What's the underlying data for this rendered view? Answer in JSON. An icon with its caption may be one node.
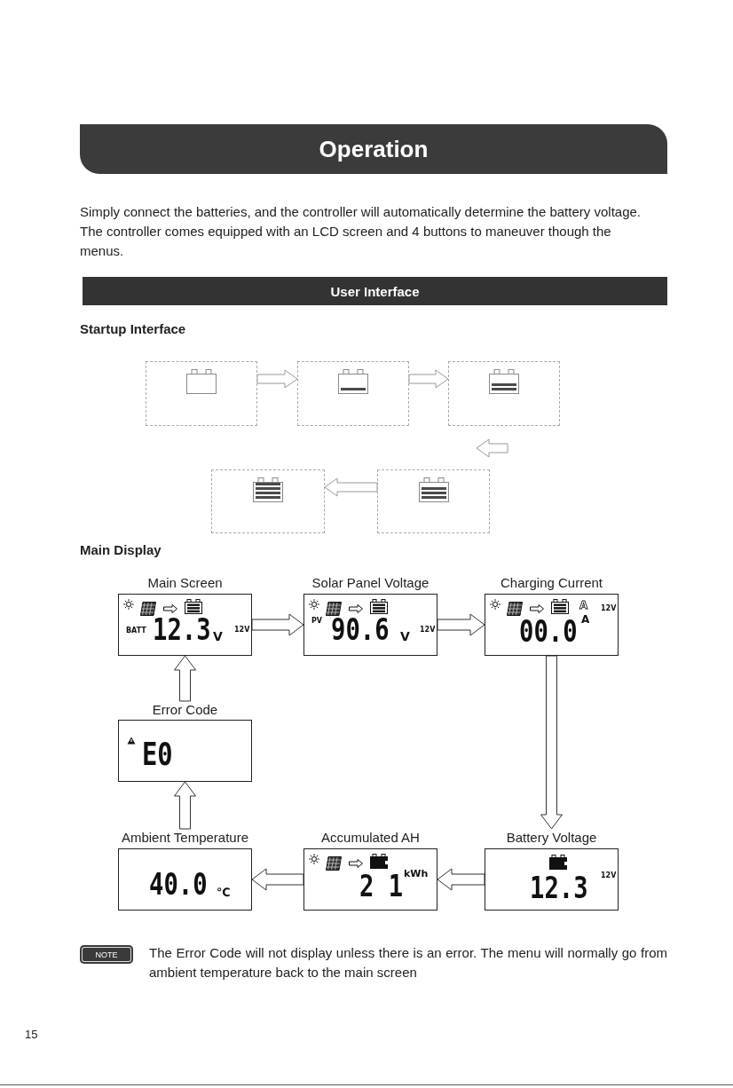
{
  "diagram": {
    "title": "Operation",
    "nodes": [
      {
        "text": [],
        "shape": "box"
      },
      {
        "text": [],
        "shape": "box"
      },
      {
        "text": [],
        "shape": "box"
      },
      {
        "text": [],
        "shape": "box"
      },
      {
        "text": [],
        "shape": "box"
      },
      {
        "text": [
          "Main Screen",
          "BATT",
          "12.3",
          "V",
          "12V"
        ]
      },
      {
        "text": [
          "Solar Panel Voltage",
          "PV",
          "90.6",
          "V",
          "12V"
        ]
      },
      {
        "text": [
          "Charging Current",
          "A",
          "12V",
          "00.0",
          "A"
        ]
      },
      {
        "text": [
          "Error Code",
          "E0"
        ]
      },
      {
        "text": [
          "Ambient Temperature",
          "40.0",
          "℃"
        ]
      },
      {
        "text": [
          "Accumulated AH",
          "2 1",
          "kWh"
        ]
      },
      {
        "text": [
          "Battery Voltage",
          "12.3",
          "12V"
        ]
      }
    ],
    "edges": [
      {
        "from": 0,
        "to": 1,
        "arrow": "to"
      },
      {
        "from": 1,
        "to": 2,
        "arrow": "to"
      },
      {
        "from": 2,
        "to": 4,
        "arrow": "to"
      },
      {
        "from": 4,
        "to": 3,
        "arrow": "to"
      },
      {
        "from": 5,
        "to": 6,
        "arrow": "to"
      },
      {
        "from": 6,
        "to": 7,
        "arrow": "to"
      },
      {
        "from": 7,
        "to": 11,
        "arrow": "to"
      },
      {
        "from": 11,
        "to": 10,
        "arrow": "to"
      },
      {
        "from": 10,
        "to": 9,
        "arrow": "to"
      },
      {
        "from": 9,
        "to": 8,
        "arrow": "to"
      },
      {
        "from": 8,
        "to": 5,
        "arrow": "to"
      }
    ],
    "labels": [
      "Simply connect the batteries, and the controller will automatically determine the battery voltage. The controller comes equipped with an LCD screen and 4 buttons to maneuver though the menus.",
      "User Interface",
      "Startup Interface",
      "Main Display",
      "NOTE",
      "The Error Code will not display unless there is an error. The menu will normally go from ambient temperature back to the main screen",
      "15"
    ]
  }
}
